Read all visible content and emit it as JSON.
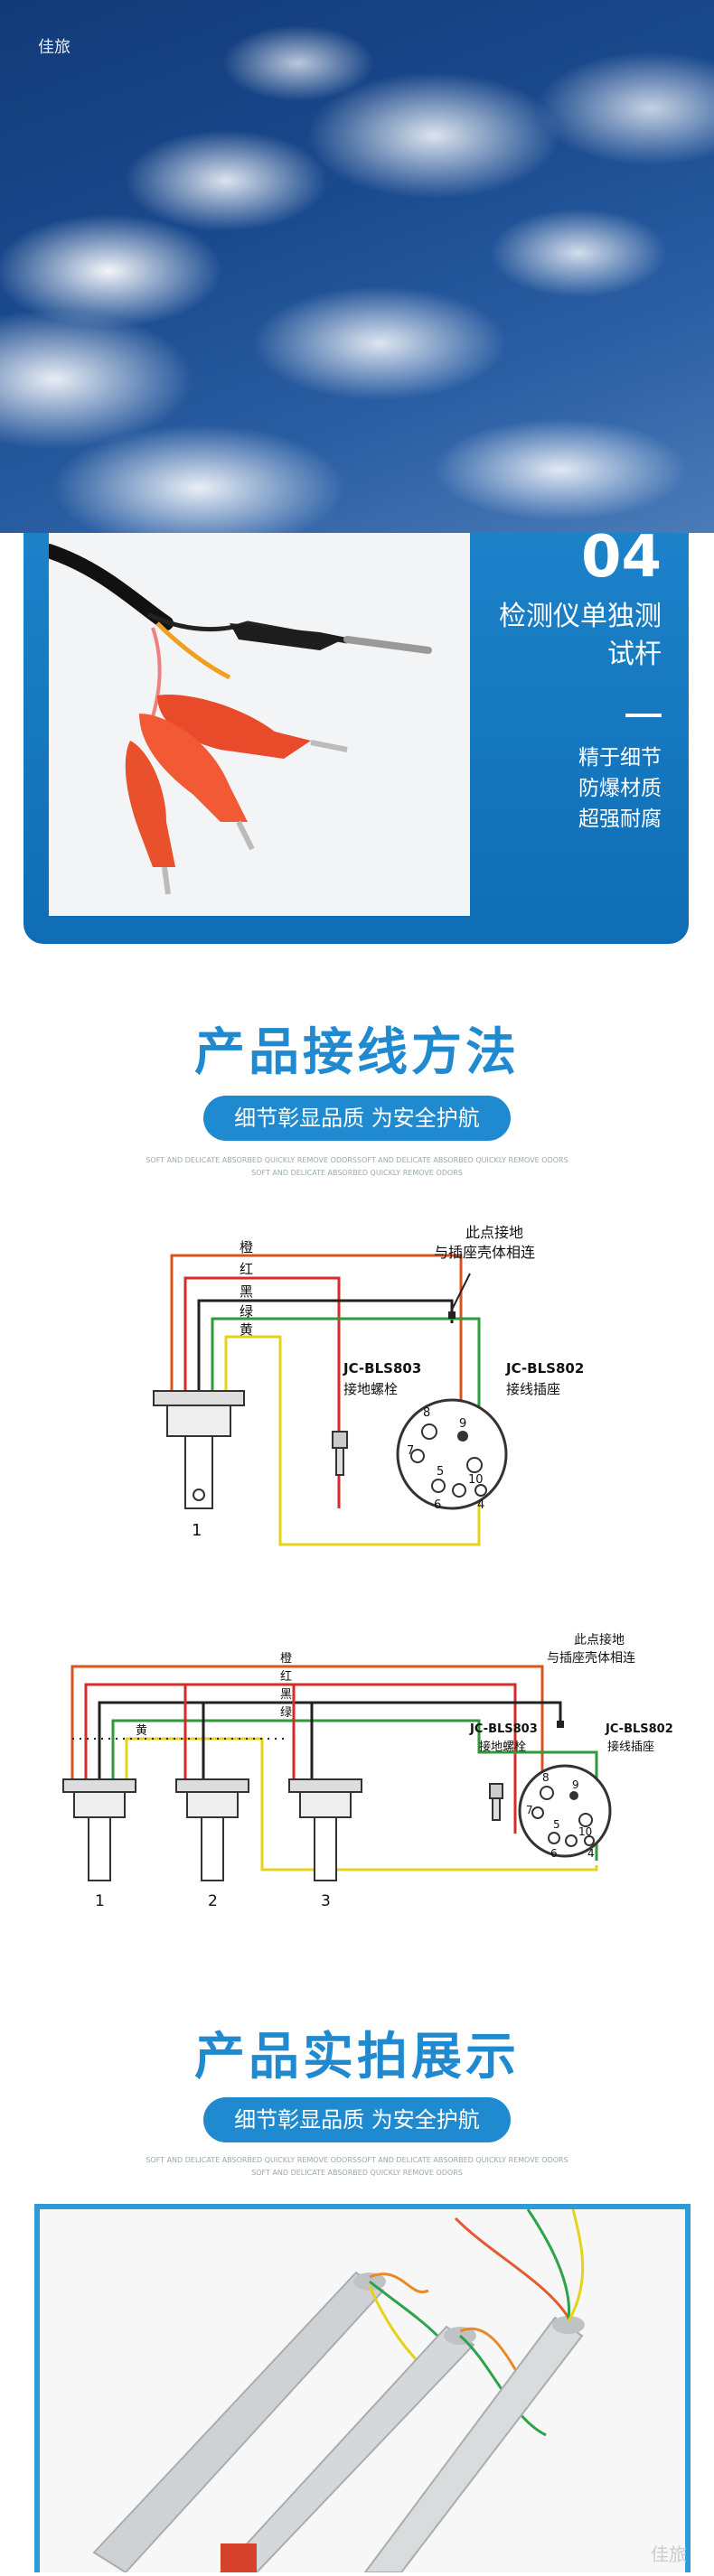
{
  "watermark": "佳旅",
  "feature": {
    "number": "04",
    "title": "检测仪单独测试杆",
    "subtitle_lines": [
      "精于细节",
      "防爆材质",
      "超强耐腐"
    ]
  },
  "wiring_section": {
    "title": "产品接线方法",
    "pill": "细节彰显品质 为安全护航",
    "tiny_line1": "SOFT AND DELICATE ABSORBED QUICKLY REMOVE ODORSSOFT AND DELICATE ABSORBED QUICKLY REMOVE ODORS",
    "tiny_line2": "SOFT AND DELICATE ABSORBED QUICKLY REMOVE ODORS"
  },
  "diagram1": {
    "ground_note_line1": "此点接地",
    "ground_note_line2": "与插座壳体相连",
    "wire_labels": [
      "橙",
      "红",
      "黑",
      "绿",
      "黄"
    ],
    "bolt_model": "JC-BLS803",
    "bolt_label": "接地螺栓",
    "socket_model": "JC-BLS802",
    "socket_label": "接线插座",
    "pins": [
      "8",
      "9",
      "7",
      "10",
      "5",
      "6",
      "4"
    ],
    "probe_number": "1"
  },
  "diagram2": {
    "ground_note_line1": "此点接地",
    "ground_note_line2": "与插座壳体相连",
    "wire_labels": [
      "橙",
      "红",
      "黑",
      "绿",
      "黄"
    ],
    "bolt_model": "JC-BLS803",
    "bolt_label": "接地螺栓",
    "socket_model": "JC-BLS802",
    "socket_label": "接线插座",
    "pins": [
      "8",
      "9",
      "7",
      "10",
      "5",
      "6",
      "4"
    ],
    "probe_numbers": [
      "1",
      "2",
      "3"
    ],
    "colors": {
      "orange": "#d9531e",
      "red": "#d62b2b",
      "black": "#222222",
      "green": "#2e9a3a",
      "yellow": "#e6d21a"
    }
  },
  "photo_section": {
    "title": "产品实拍展示",
    "pill": "细节彰显品质 为安全护航",
    "tiny_line1": "SOFT AND DELICATE ABSORBED QUICKLY REMOVE ODORSSOFT AND DELICATE ABSORBED QUICKLY REMOVE ODORS",
    "tiny_line2": "SOFT AND DELICATE ABSORBED QUICKLY REMOVE ODORS"
  },
  "colors": {
    "brand_blue": "#1f8ad0",
    "card_blue": "#1c82c9"
  }
}
